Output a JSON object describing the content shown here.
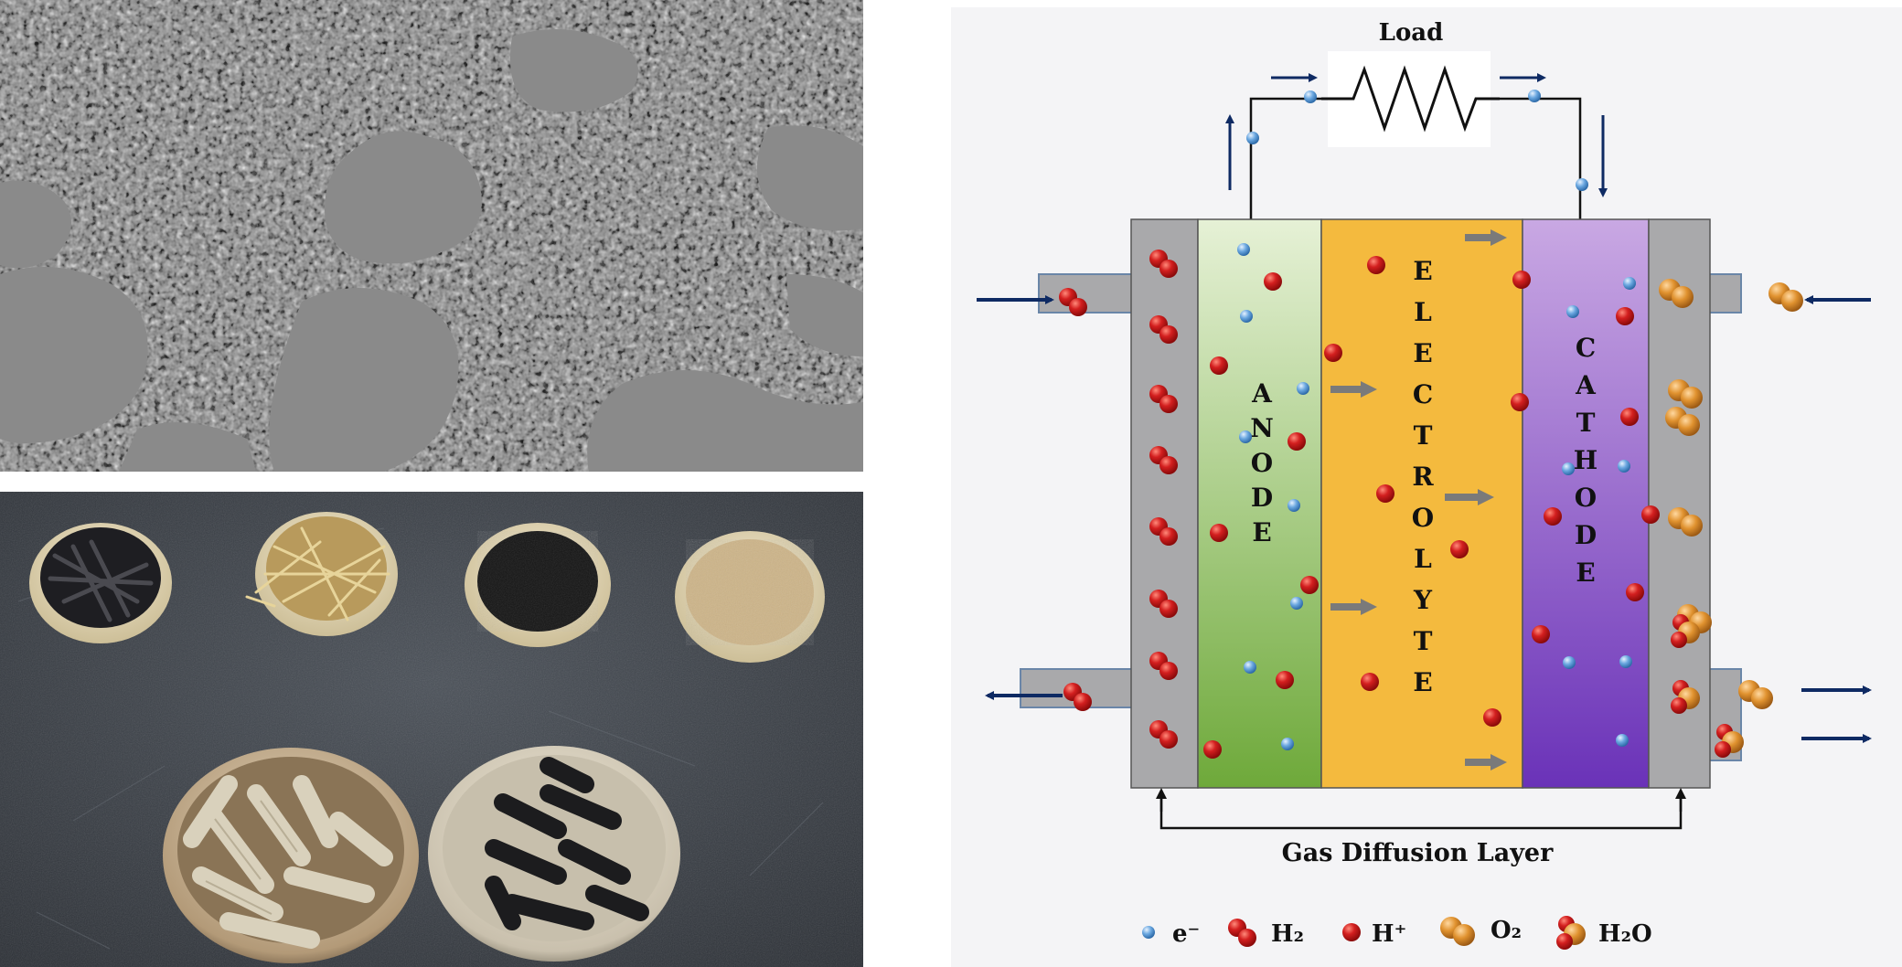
{
  "panels": {
    "micrograph": {
      "kind": "electron-micrograph"
    },
    "photo": {
      "kind": "photo-bowls-of-biomass-and-carbon"
    },
    "diagram": {
      "load_label": "Load",
      "anode_label": "ANODE",
      "electrolyte_label": "ELECTROLYTE",
      "cathode_label": "CATHODE",
      "gdl_label": "Gas Diffusion Layer",
      "legend": [
        {
          "key": "electron",
          "label": "e⁻"
        },
        {
          "key": "h2",
          "label": "H₂"
        },
        {
          "key": "hplus",
          "label": "H⁺"
        },
        {
          "key": "o2",
          "label": "O₂"
        },
        {
          "key": "h2o",
          "label": "H₂O"
        }
      ],
      "colors": {
        "background": "#f4f4f6",
        "gdl": "#a9a9ab",
        "anode_top": "#e6f1d6",
        "anode_bottom": "#6ea93a",
        "electrolyte": "#f4ba3e",
        "cathode_top": "#c9a8e3",
        "cathode_bottom": "#6a32b8",
        "hydrogen": "#d31f1f",
        "oxygen": "#e0922f",
        "electron": "#6aa7e0",
        "arrow": "#0e2a63",
        "flow_arrow": "#7a7a7a"
      }
    }
  }
}
